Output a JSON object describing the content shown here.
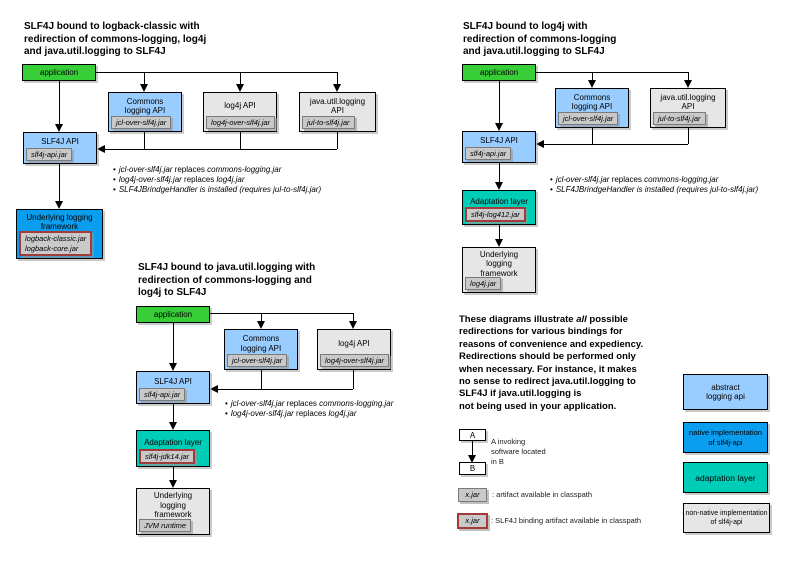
{
  "glyphs": {
    "bullet": "•"
  },
  "palette": {
    "application_green": "#38CE38",
    "abstract_api_light_blue": "#99CCFF",
    "native_impl_bright_blue": "#0B9DEE",
    "adaptation_teal": "#00CDB8",
    "non_native_gray": "#E6E6E6",
    "jar_tag_gray": "#C9C9C9",
    "binding_border_red": "#A33B3B"
  },
  "d1": {
    "title": "SLF4J bound to logback-classic with\nredirection of commons-logging, log4j\nand java.util.logging to SLF4J",
    "app": "application",
    "commons": {
      "title": "Commons\nlogging API",
      "jar": "jcl-over-slf4j.jar"
    },
    "log4j": {
      "title": "log4j API",
      "jar": "log4j-over-slf4j.jar"
    },
    "jul": {
      "title": "java.util.logging\nAPI",
      "jar": "jul-to-slf4j.jar"
    },
    "slf4j": {
      "title": "SLF4J API",
      "jar": "slf4j-api.jar"
    },
    "underlying": {
      "title": "Underlying logging\nframework",
      "jar": "logback-classic.jar\nlogback-core.jar"
    },
    "notes": [
      {
        "a": "jcl-over-slf4j.jar",
        "b": " replaces ",
        "c": "commons-logging.jar"
      },
      {
        "a": "log4j-over-slf4j.jar",
        "b": " replaces ",
        "c": "log4j.jar"
      },
      {
        "a": "SLF4JBrindgeHandler is installed (requires jul-to-slf4j.jar)"
      }
    ]
  },
  "d2": {
    "title": "SLF4J bound to log4j with\nredirection of commons-logging\nand java.util.logging to SLF4J",
    "app": "application",
    "commons": {
      "title": "Commons\nlogging API",
      "jar": "jcl-over-slf4j.jar"
    },
    "jul": {
      "title": "java.util.logging\nAPI",
      "jar": "jul-to-slf4j.jar"
    },
    "slf4j": {
      "title": "SLF4J API",
      "jar": "slf4j-api.jar"
    },
    "adaptation": {
      "title": "Adaptation layer",
      "jar": "slf4j-log412.jar"
    },
    "underlying": {
      "title": "Underlying\nlogging\nframework",
      "jar": "log4j.jar"
    },
    "notes": [
      {
        "a": "jcl-over-slf4j.jar",
        "b": " replaces ",
        "c": "commons-logging.jar"
      },
      {
        "a": "SLF4JBrindgeHandler is installed (requires jul-to-slf4j.jar)"
      }
    ]
  },
  "d3": {
    "title": "SLF4J bound to java.util.logging with\nredirection of commons-logging and\nlog4j to SLF4J",
    "app": "application",
    "commons": {
      "title": "Commons\nlogging API",
      "jar": "jcl-over-slf4j.jar"
    },
    "log4j": {
      "title": "log4j API",
      "jar": "log4j-over-slf4j.jar"
    },
    "slf4j": {
      "title": "SLF4J API",
      "jar": "slf4j-api.jar"
    },
    "adaptation": {
      "title": "Adaptation layer",
      "jar": "slf4j-jdk14.jar"
    },
    "underlying": {
      "title": "Underlying\nlogging\nframework",
      "jar": "JVM runtime"
    },
    "notes": [
      {
        "a": "jcl-over-slf4j.jar",
        "b": " replaces ",
        "c": "commons-logging.jar"
      },
      {
        "a": "log4j-over-slf4j.jar",
        "b": " replaces ",
        "c": "log4j.jar"
      }
    ]
  },
  "para": {
    "p1": "These diagrams illustrate ",
    "p2": "all",
    "p3": " possible\nredirections for various bindings for\nreasons of convenience and expediency.\nRedirections should be performed only\nwhen necessary. For instance, it makes\nno sense to redirect java.util.logging to\nSLF4J if java.util.logging is\nnot being used in your application."
  },
  "legend": {
    "a": "A",
    "b": "B",
    "invoke": "A invoking\nsoftware located\nin B",
    "xjar": "x.jar",
    "xjar_desc": ": artifact available in classpath",
    "xjar_binding": "x.jar",
    "xjar_binding_desc": ": SLF4J binding artifact available in classpath",
    "colors": [
      {
        "label": "abstract\nlogging api"
      },
      {
        "label": "native implementation\nof slf4j-api"
      },
      {
        "label": "adaptation layer"
      },
      {
        "label": "non-native implementation\nof slf4j-api"
      }
    ]
  }
}
